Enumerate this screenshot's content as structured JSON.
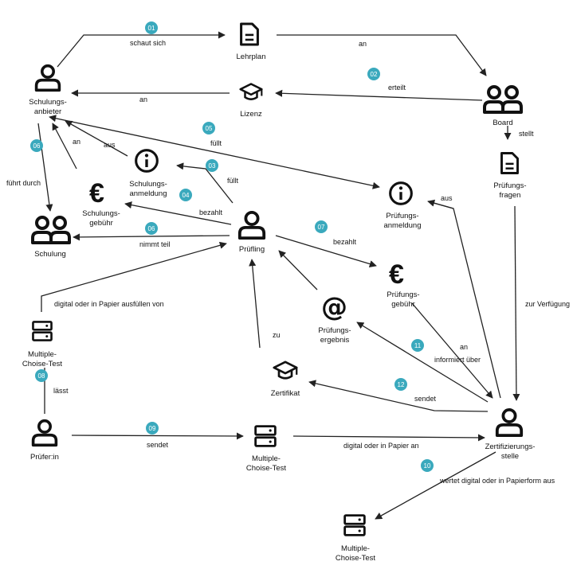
{
  "nodes": {
    "schulungsanbieter": {
      "line1": "Schulungs-",
      "line2": "anbieter",
      "icon": "person-icon"
    },
    "lehrplan": {
      "line1": "Lehrplan",
      "icon": "document-icon"
    },
    "lizenz": {
      "line1": "Lizenz",
      "icon": "graduation-cap-icon"
    },
    "board": {
      "line1": "Board",
      "icon": "group-icon"
    },
    "pruefungsfragen": {
      "line1": "Prüfungs-",
      "line2": "fragen",
      "icon": "document-icon"
    },
    "schulungsanmeldung": {
      "line1": "Schulungs-",
      "line2": "anmeldung",
      "icon": "info-icon"
    },
    "schulungsgebuehr": {
      "line1": "Schulungs-",
      "line2": "gebühr",
      "icon": "euro-icon"
    },
    "schulung": {
      "line1": "Schulung",
      "icon": "group-icon"
    },
    "pruefling": {
      "line1": "Prüfling",
      "icon": "person-icon"
    },
    "pruefungsanmeldung": {
      "line1": "Prüfungs-",
      "line2": "anmeldung",
      "icon": "info-icon"
    },
    "pruefungsgebuehr": {
      "line1": "Prüfungs-",
      "line2": "gebühr",
      "icon": "euro-icon"
    },
    "pruefungsergebnis": {
      "line1": "Prüfungs-",
      "line2": "ergebnis",
      "icon": "at-icon"
    },
    "test1": {
      "line1": "Multiple-",
      "line2": "Choise-Test",
      "icon": "server-icon"
    },
    "zertifikat": {
      "line1": "Zertifikat",
      "icon": "graduation-cap-icon"
    },
    "pruefer": {
      "line1": "Prüfer:in",
      "icon": "person-icon"
    },
    "test2": {
      "line1": "Multiple-",
      "line2": "Choise-Test",
      "icon": "server-icon"
    },
    "zertifizierungsstelle": {
      "line1": "Zertifizierungs-",
      "line2": "stelle",
      "icon": "person-icon"
    },
    "test3": {
      "line1": "Multiple-",
      "line2": "Choise-Test",
      "icon": "server-icon"
    }
  },
  "edges": {
    "schaut_sich": "schaut sich",
    "an_board": "an",
    "erteilt": "erteilt",
    "an_lizenz": "an",
    "stellt": "stellt",
    "fuellt_05": "füllt",
    "an_schulungsanmeldung": "an",
    "aus_schulungsanmeldung": "aus",
    "fuellt_03": "füllt",
    "bezahlt_04": "bezahlt",
    "fuehrt_durch": "führt durch",
    "nimmt_teil": "nimmt teil",
    "aus_pruefungsanmeldung": "aus",
    "bezahlt_07": "bezahlt",
    "zur_verfuegung": "zur Verfügung",
    "digital_oder_papier_ausfuellen": "digital oder in Papier ausfüllen von",
    "an_informiert": "an",
    "informiert_ueber": "informiert über",
    "zu": "zu",
    "sendet_12": "sendet",
    "laesst": "lässt",
    "sendet_09": "sendet",
    "digital_oder_papier_an": "digital oder in Papier an",
    "wertet_aus": "wertet digital oder in Papierform aus"
  },
  "badges": {
    "b01": "01",
    "b02": "02",
    "b03": "03",
    "b04": "04",
    "b05": "05",
    "b06a": "06",
    "b06b": "06",
    "b07": "07",
    "b08": "08",
    "b09": "09",
    "b10": "10",
    "b11": "11",
    "b12": "12"
  },
  "colors": {
    "badge": "#3aa9bd",
    "stroke": "#222222"
  }
}
